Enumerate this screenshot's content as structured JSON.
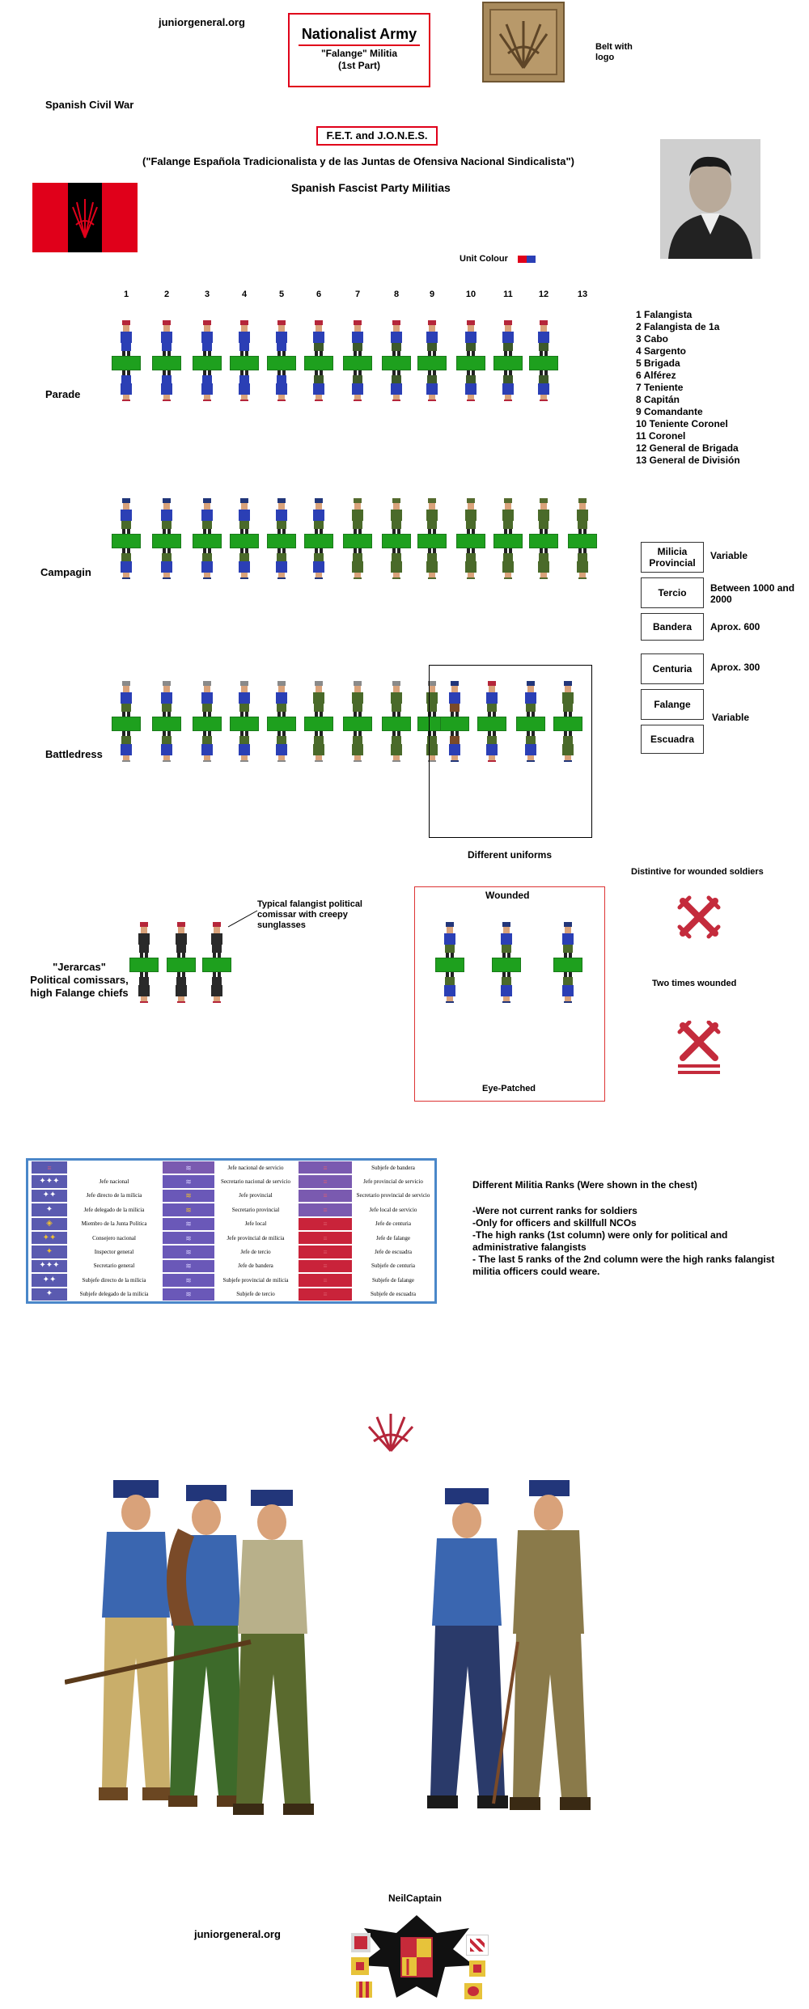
{
  "header": {
    "site_top": "juniorgeneral.org",
    "title": "Nationalist Army",
    "subtitle1": "\"Falange\" Militia",
    "subtitle2": "(1st Part)",
    "belt_caption": "Belt with\nlogo",
    "war": "Spanish Civil War",
    "fet": "F.E.T. and J.O.N.E.S.",
    "full_name": "(\"Falange Española Tradicionalista y de las Juntas de Ofensiva Nacional  Sindicalista\")",
    "party": "Spanish Fascist Party Militias",
    "unit_colour": "Unit Colour"
  },
  "colors": {
    "flag_red": "#e0001a",
    "flag_black": "#000000",
    "base_green": "#1ea01e",
    "title_red": "#e0001a",
    "table_blue": "#4a87c9"
  },
  "columns": [
    "1",
    "2",
    "3",
    "4",
    "5",
    "6",
    "7",
    "8",
    "9",
    "10",
    "11",
    "12",
    "13"
  ],
  "rows": {
    "parade": "Parade",
    "campaign": "Campagin",
    "battledress": "Battledress"
  },
  "ranks": [
    "1 Falangista",
    "2 Falangista de 1a",
    "3 Cabo",
    "4 Sargento",
    "5 Brigada",
    "6 Alférez",
    "7 Teniente",
    "8 Capitán",
    "9 Comandante",
    "10 Teniente Coronel",
    "11 Coronel",
    "12 General de Brigada",
    "13 General de División"
  ],
  "units": [
    {
      "name": "Milicia Provincial",
      "note": "Variable"
    },
    {
      "name": "Tercio",
      "note": "Between 1000 and 2000"
    },
    {
      "name": "Bandera",
      "note": "Aprox. 600"
    },
    {
      "name": "Centuria",
      "note": "Aprox. 300"
    },
    {
      "name": "Falange",
      "note": ""
    },
    {
      "name": "Escuadra",
      "note": ""
    }
  ],
  "units_shared_note": "Variable",
  "different_uniforms": "Different uniforms",
  "wounded": {
    "title": "Wounded",
    "eye": "Eye-Patched",
    "distinctive": "Distintive for wounded soldiers",
    "two_times": "Two times wounded"
  },
  "jerarcas": {
    "label1": "\"Jerarcas\"",
    "label2": "Political comissars,",
    "label3": "high Falange chiefs",
    "note": "Typical falangist political comissar with creepy sunglasses"
  },
  "rank_table": {
    "left": [
      "",
      "Jefe nacional",
      "Jefe directo de la milicia",
      "Jefe delegado de la milicia",
      "Miembro de la Junta Política",
      "Consejero nacional",
      "Inspector general",
      "Secretario general",
      "Subjefe directo de la milicia",
      "Subjefe delegado de la milicia"
    ],
    "middle": [
      "Jefe nacional de servicio",
      "Secretario nacional de servicio",
      "Jefe provincial",
      "Secretario provincial",
      "Jefe local",
      "Jefe provincial de milicia",
      "Jefe de tercio",
      "Jefe de bandera",
      "Subjefe provincial de milicia",
      "Subjefe de tercio"
    ],
    "right": [
      "Subjefe de bandera",
      "Jefe provincial de servicio",
      "Secretario provincial de servicio",
      "Jefe local de servicio",
      "Jefe de centuria",
      "Jefe de falange",
      "Jefe de escuadra",
      "Subjefe de centuria",
      "Subjefe de falange",
      "Subjefe de escuadra"
    ]
  },
  "notes": {
    "heading": "Different Militia Ranks (Were shown in the chest)",
    "lines": [
      "-Were not current ranks for soldiers",
      "-Only for officers and skillfull NCOs",
      "-The high ranks (1st column) were only for political and administrative falangists",
      "- The last 5 ranks of the 2nd column were the high ranks falangist militia officers could weare."
    ]
  },
  "footer": {
    "author": "NeilCaptain",
    "site": "juniorgeneral.org"
  }
}
